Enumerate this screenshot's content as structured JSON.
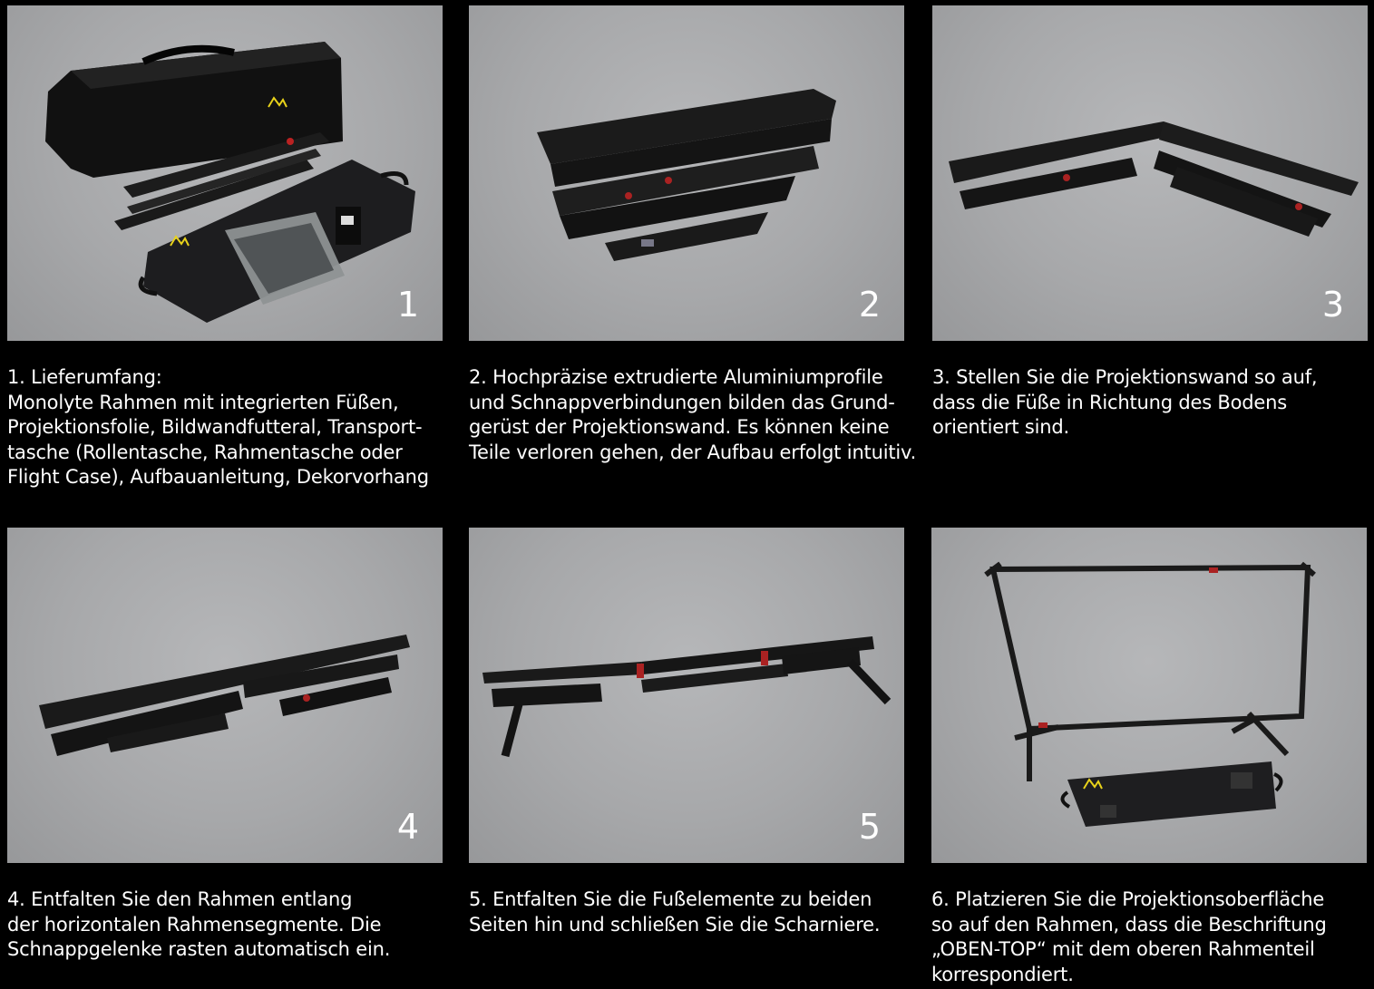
{
  "steps": [
    {
      "number": "1",
      "image": "delivery-contents-photo",
      "caption_lines": [
        "1. Lieferumfang:",
        "Monolyte Rahmen mit integrierten Füßen,",
        "Projektionsfolie, Bildwandfutteral, Transport-",
        "tasche (Rollentasche, Rahmentasche oder",
        "Flight Case), Aufbauanleitung, Dekorvorhang"
      ]
    },
    {
      "number": "2",
      "image": "folded-frame-photo",
      "caption_lines": [
        "2. Hochpräzise extrudierte Aluminiumprofile",
        "und Schnappverbindungen bilden das Grund-",
        "gerüst der Projektionswand. Es können keine",
        "Teile verloren gehen, der Aufbau erfolgt intuitiv."
      ]
    },
    {
      "number": "3",
      "image": "frame-opening-photo",
      "caption_lines": [
        "3. Stellen Sie die Projektionswand so auf,",
        "dass die Füße in Richtung des Bodens",
        "orientiert sind."
      ]
    },
    {
      "number": "4",
      "image": "frame-unfolding-photo",
      "caption_lines": [
        "4. Entfalten Sie den Rahmen entlang",
        "der horizontalen Rahmensegmente. Die",
        "Schnappgelenke rasten automatisch ein."
      ]
    },
    {
      "number": "5",
      "image": "feet-unfolding-photo",
      "caption_lines": [
        "5. Entfalten Sie die Fußelemente zu beiden",
        "Seiten hin und schließen Sie die Scharniere."
      ]
    },
    {
      "number": "",
      "image": "assembled-frame-photo",
      "caption_lines": [
        "6. Platzieren Sie die Projektionsoberfläche",
        "so auf den Rahmen, dass die Beschriftung",
        "„OBEN-TOP“ mit dem oberen Rahmenteil",
        "korrespondiert."
      ]
    }
  ],
  "colors": {
    "background": "#000000",
    "photo_backdrop": "#a7a8aa",
    "text": "#ffffff",
    "frame": "#1a1a1a",
    "logo_accent": "#e8d21a"
  }
}
